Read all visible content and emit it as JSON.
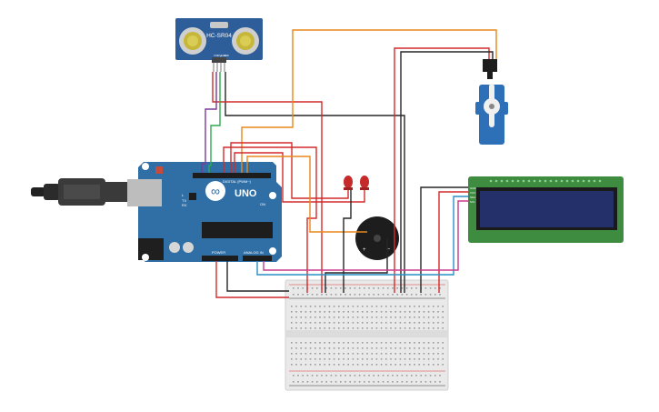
{
  "sensor": {
    "model": "HC-SR04",
    "pins": [
      "VCC",
      "Trig",
      "Echo",
      "GND"
    ]
  },
  "arduino": {
    "logo": "∞",
    "board_name": "UNO",
    "digital_label": "DIGITAL (PWM~)",
    "power_label": "POWER",
    "analog_label": "ANALOG IN",
    "tx_label": "TX",
    "rx_label": "RX",
    "l_label": "L",
    "on_label": "ON"
  },
  "lcd": {
    "pins": [
      "GND",
      "VCC",
      "SDA",
      "SCL"
    ]
  },
  "buzzer": {
    "minus": "−"
  },
  "colors": {
    "wire_red": "#d42a2a",
    "wire_black": "#262626",
    "wire_orange": "#e8891c",
    "wire_green": "#2fa84f",
    "wire_purple": "#7a3c96",
    "wire_blue": "#2c8fc9",
    "wire_pink": "#c93a8c",
    "board_blue": "#2f6fa6",
    "sensor_blue": "#2e5e9a",
    "lcd_green": "#3d8c3f",
    "lcd_screen": "#24306a"
  }
}
